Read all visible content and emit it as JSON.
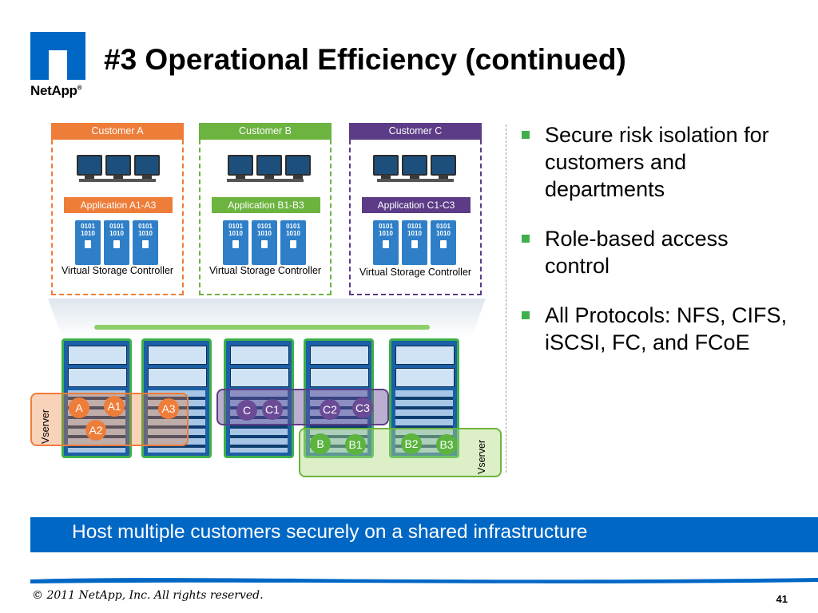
{
  "logo": {
    "text": "NetApp",
    "mark": "®",
    "color": "#0067c5"
  },
  "title": "#3 Operational Efficiency (continued)",
  "customers": [
    {
      "header": "Customer A",
      "app": "Application A1-A3",
      "controller": "Virtual Storage Controller",
      "color": "#ee7d3a"
    },
    {
      "header": "Customer B",
      "app": "Application B1-B3",
      "controller": "Virtual Storage Controller",
      "color": "#6cb33f"
    },
    {
      "header": "Customer C",
      "app": "Application C1-C3",
      "controller": "Virtual Storage Controller",
      "color": "#5c3c86"
    }
  ],
  "controller_text": [
    "0101",
    "1010"
  ],
  "vserver_label": "Vserver",
  "chips": {
    "orange": [
      "A",
      "A1",
      "A2",
      "A3"
    ],
    "purple": [
      "C",
      "C1",
      "C2",
      "C3"
    ],
    "green": [
      "B",
      "B1",
      "B2",
      "B3"
    ]
  },
  "bullets": [
    "Secure risk isolation for customers and departments",
    "Role-based access control",
    "All Protocols: NFS, CIFS, iSCSI, FC, and FCoE"
  ],
  "bullet_color": "#3db04a",
  "banner": {
    "text": "Host multiple customers securely on a shared infrastructure",
    "color": "#0067c5"
  },
  "footer": {
    "copyright": "© 2011 NetApp, Inc. All rights reserved.",
    "page": "41"
  }
}
